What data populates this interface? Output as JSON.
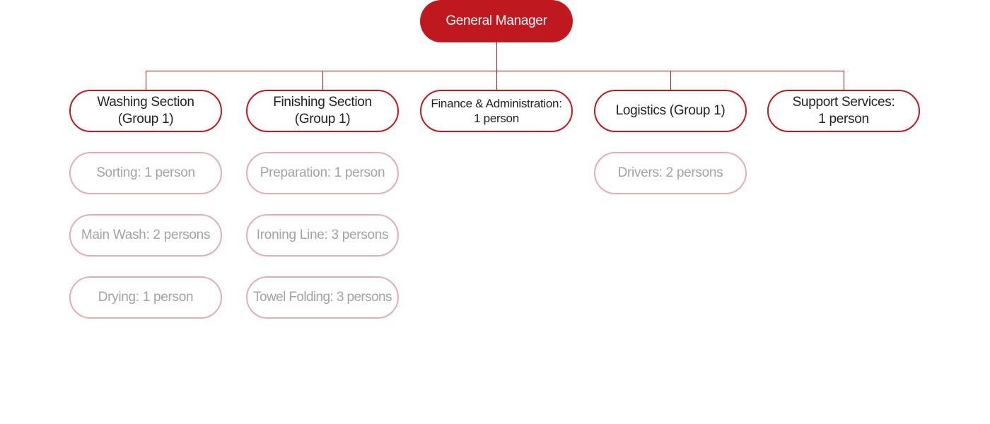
{
  "root": {
    "label": "General Manager"
  },
  "sections": [
    {
      "label": "Washing Section\n(Group 1)",
      "children": [
        "Sorting: 1 person",
        "Main Wash: 2 persons",
        "Drying: 1 person"
      ]
    },
    {
      "label": "Finishing Section\n(Group 1)",
      "children": [
        "Preparation: 1 person",
        "Ironing Line: 3 persons",
        "Towel Folding: 3 persons"
      ]
    },
    {
      "label": "Finance & Administration:\n1 person",
      "children": []
    },
    {
      "label": "Logistics (Group 1)",
      "children": [
        "Drivers: 2 persons"
      ]
    },
    {
      "label": "Support Services:\n1 person",
      "children": []
    }
  ],
  "colors": {
    "primary": "#c0181f",
    "sub_border": "#e6aeb1",
    "sub_text": "#a3a3a3",
    "section_text": "#222222"
  }
}
